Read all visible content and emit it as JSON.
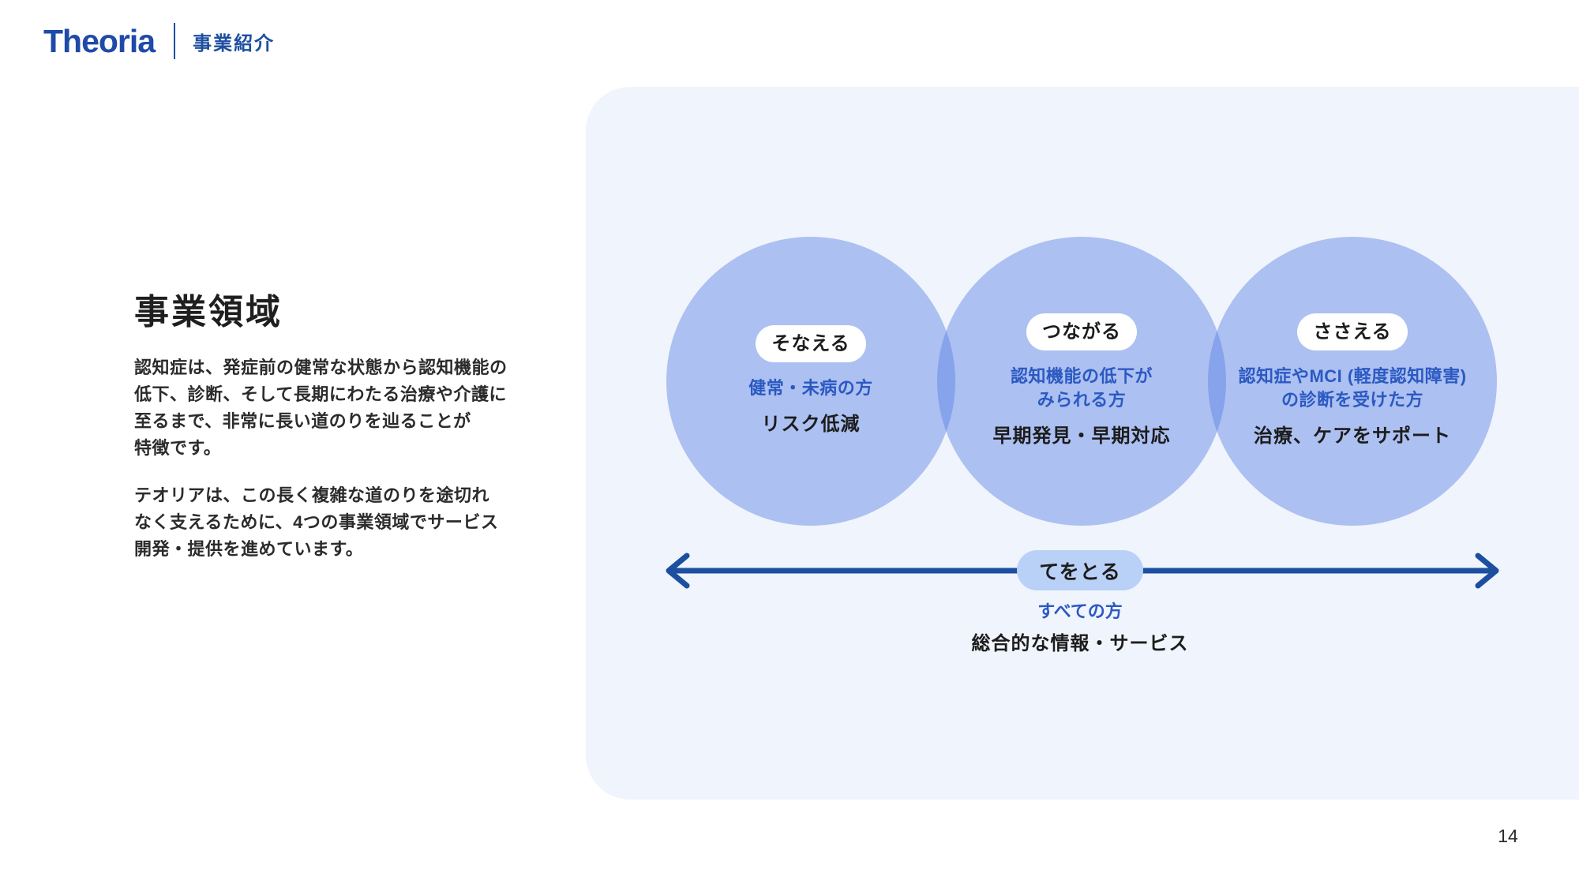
{
  "header": {
    "logo": "Theoria",
    "subtitle": "事業紹介"
  },
  "left": {
    "title": "事業領域",
    "paragraph1": "認知症は、発症前の健常な状態から認知機能の\n低下、診断、そして長期にわたる治療や介護に\n至るまで、非常に長い道のりを辿ることが\n特徴です。",
    "paragraph2": "テオリアは、この長く複雑な道のりを途切れ\nなく支えるために、4つの事業領域でサービス\n開発・提供を進めています。"
  },
  "diagram": {
    "circles": [
      {
        "pill": "そなえる",
        "audience": "健常・未病の方",
        "action": "リスク低減"
      },
      {
        "pill": "つながる",
        "audience": "認知機能の低下が\nみられる方",
        "action": "早期発見・早期対応"
      },
      {
        "pill": "ささえる",
        "audience": "認知症やMCI (軽度認知障害)\nの診断を受けた方",
        "action": "治療、ケアをサポート"
      }
    ],
    "axis": {
      "pill": "てをとる",
      "audience": "すべての方",
      "action": "総合的な情報・サービス"
    }
  },
  "page_number": "14",
  "colors": {
    "brand_blue": "#1f4aa8",
    "accent_blue": "#2b59c2",
    "arrow_blue": "#1d4fa0",
    "panel_bg": "#f0f4fc",
    "circle_fill": "rgba(88,128,228,0.45)",
    "hand_pill_bg": "#b9d0f7"
  }
}
